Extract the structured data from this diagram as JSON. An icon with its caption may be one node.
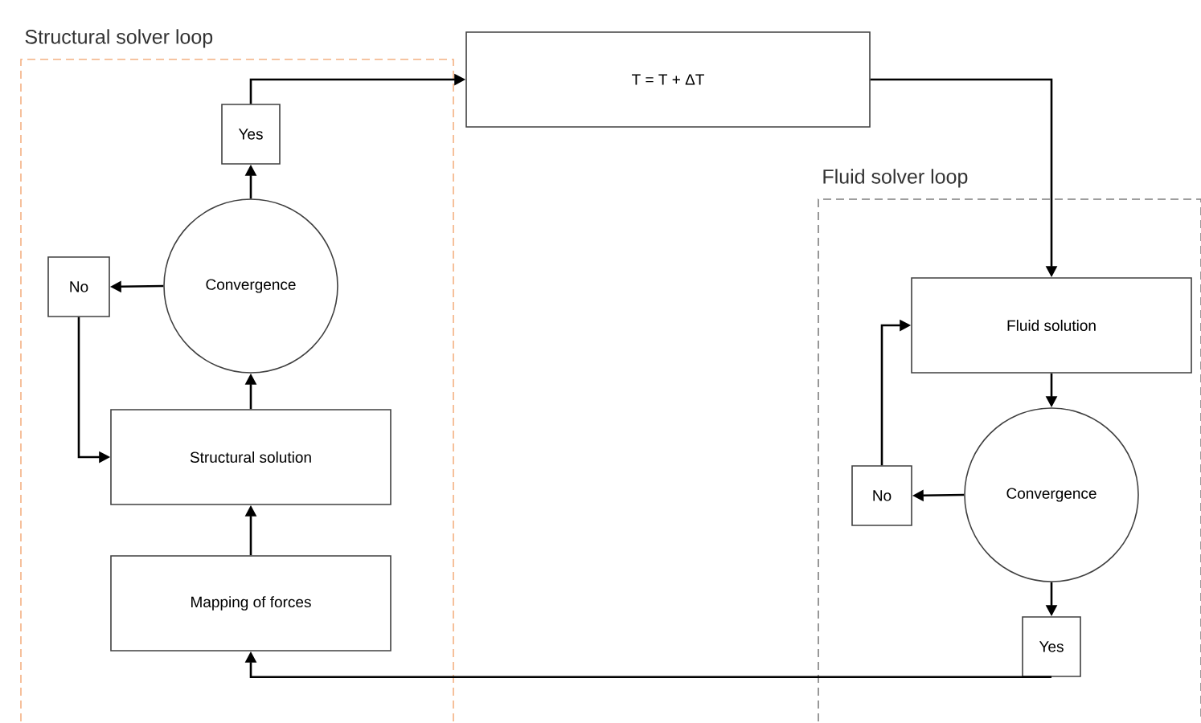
{
  "diagram": {
    "nodes": [
      {
        "text": [
          "Structural solver loop"
        ]
      },
      {
        "text": [
          "Yes"
        ],
        "in": 0
      },
      {
        "text": [
          "Convergence"
        ],
        "in": 0
      },
      {
        "text": [
          "No"
        ],
        "in": 0
      },
      {
        "text": [
          "Structural solution"
        ],
        "in": 0
      },
      {
        "text": [
          "Mapping of forces"
        ],
        "in": 0
      },
      {
        "text": [
          "T = T + ΔT"
        ]
      },
      {
        "text": [
          "Fluid solver loop"
        ]
      },
      {
        "text": [
          "Fluid solution"
        ],
        "in": 7
      },
      {
        "text": [
          "Convergence"
        ],
        "in": 7
      },
      {
        "text": [
          "No"
        ],
        "in": 7
      },
      {
        "text": [
          "Yes"
        ],
        "in": 7
      }
    ],
    "edges": [
      {
        "from": 5,
        "to": 4,
        "arrow": "to"
      },
      {
        "from": 4,
        "to": 2,
        "arrow": "to"
      },
      {
        "from": 2,
        "to": 1,
        "arrow": "to"
      },
      {
        "from": 2,
        "to": 3,
        "arrow": "to"
      },
      {
        "from": 3,
        "to": 4,
        "arrow": "to"
      },
      {
        "from": 1,
        "to": 6,
        "arrow": "to"
      },
      {
        "from": 6,
        "to": 8,
        "arrow": "to"
      },
      {
        "from": 8,
        "to": 9,
        "arrow": "to"
      },
      {
        "from": 9,
        "to": 10,
        "arrow": "to"
      },
      {
        "from": 10,
        "to": 8,
        "arrow": "to"
      },
      {
        "from": 9,
        "to": 11,
        "arrow": "to"
      },
      {
        "from": 11,
        "to": 5,
        "arrow": "to"
      }
    ]
  }
}
